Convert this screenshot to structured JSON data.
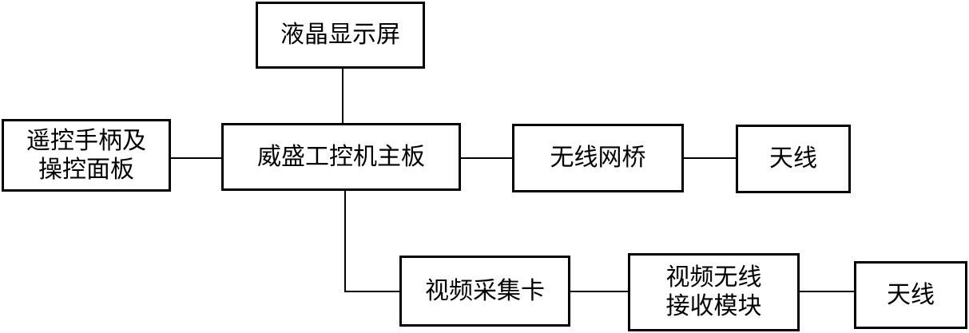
{
  "diagram": {
    "lcd": "液晶显示屏",
    "remote": [
      "遥控手柄及",
      "操控面板"
    ],
    "mainboard": "威盛工控机主板",
    "bridge": "无线网桥",
    "antenna_top": "天线",
    "capture": "视频采集卡",
    "wireless_rx": [
      "视频无线",
      "接收模块"
    ],
    "antenna_bottom": "天线"
  },
  "colors": {
    "line": "#000000",
    "box_border": "#000000",
    "background": "#ffffff"
  }
}
